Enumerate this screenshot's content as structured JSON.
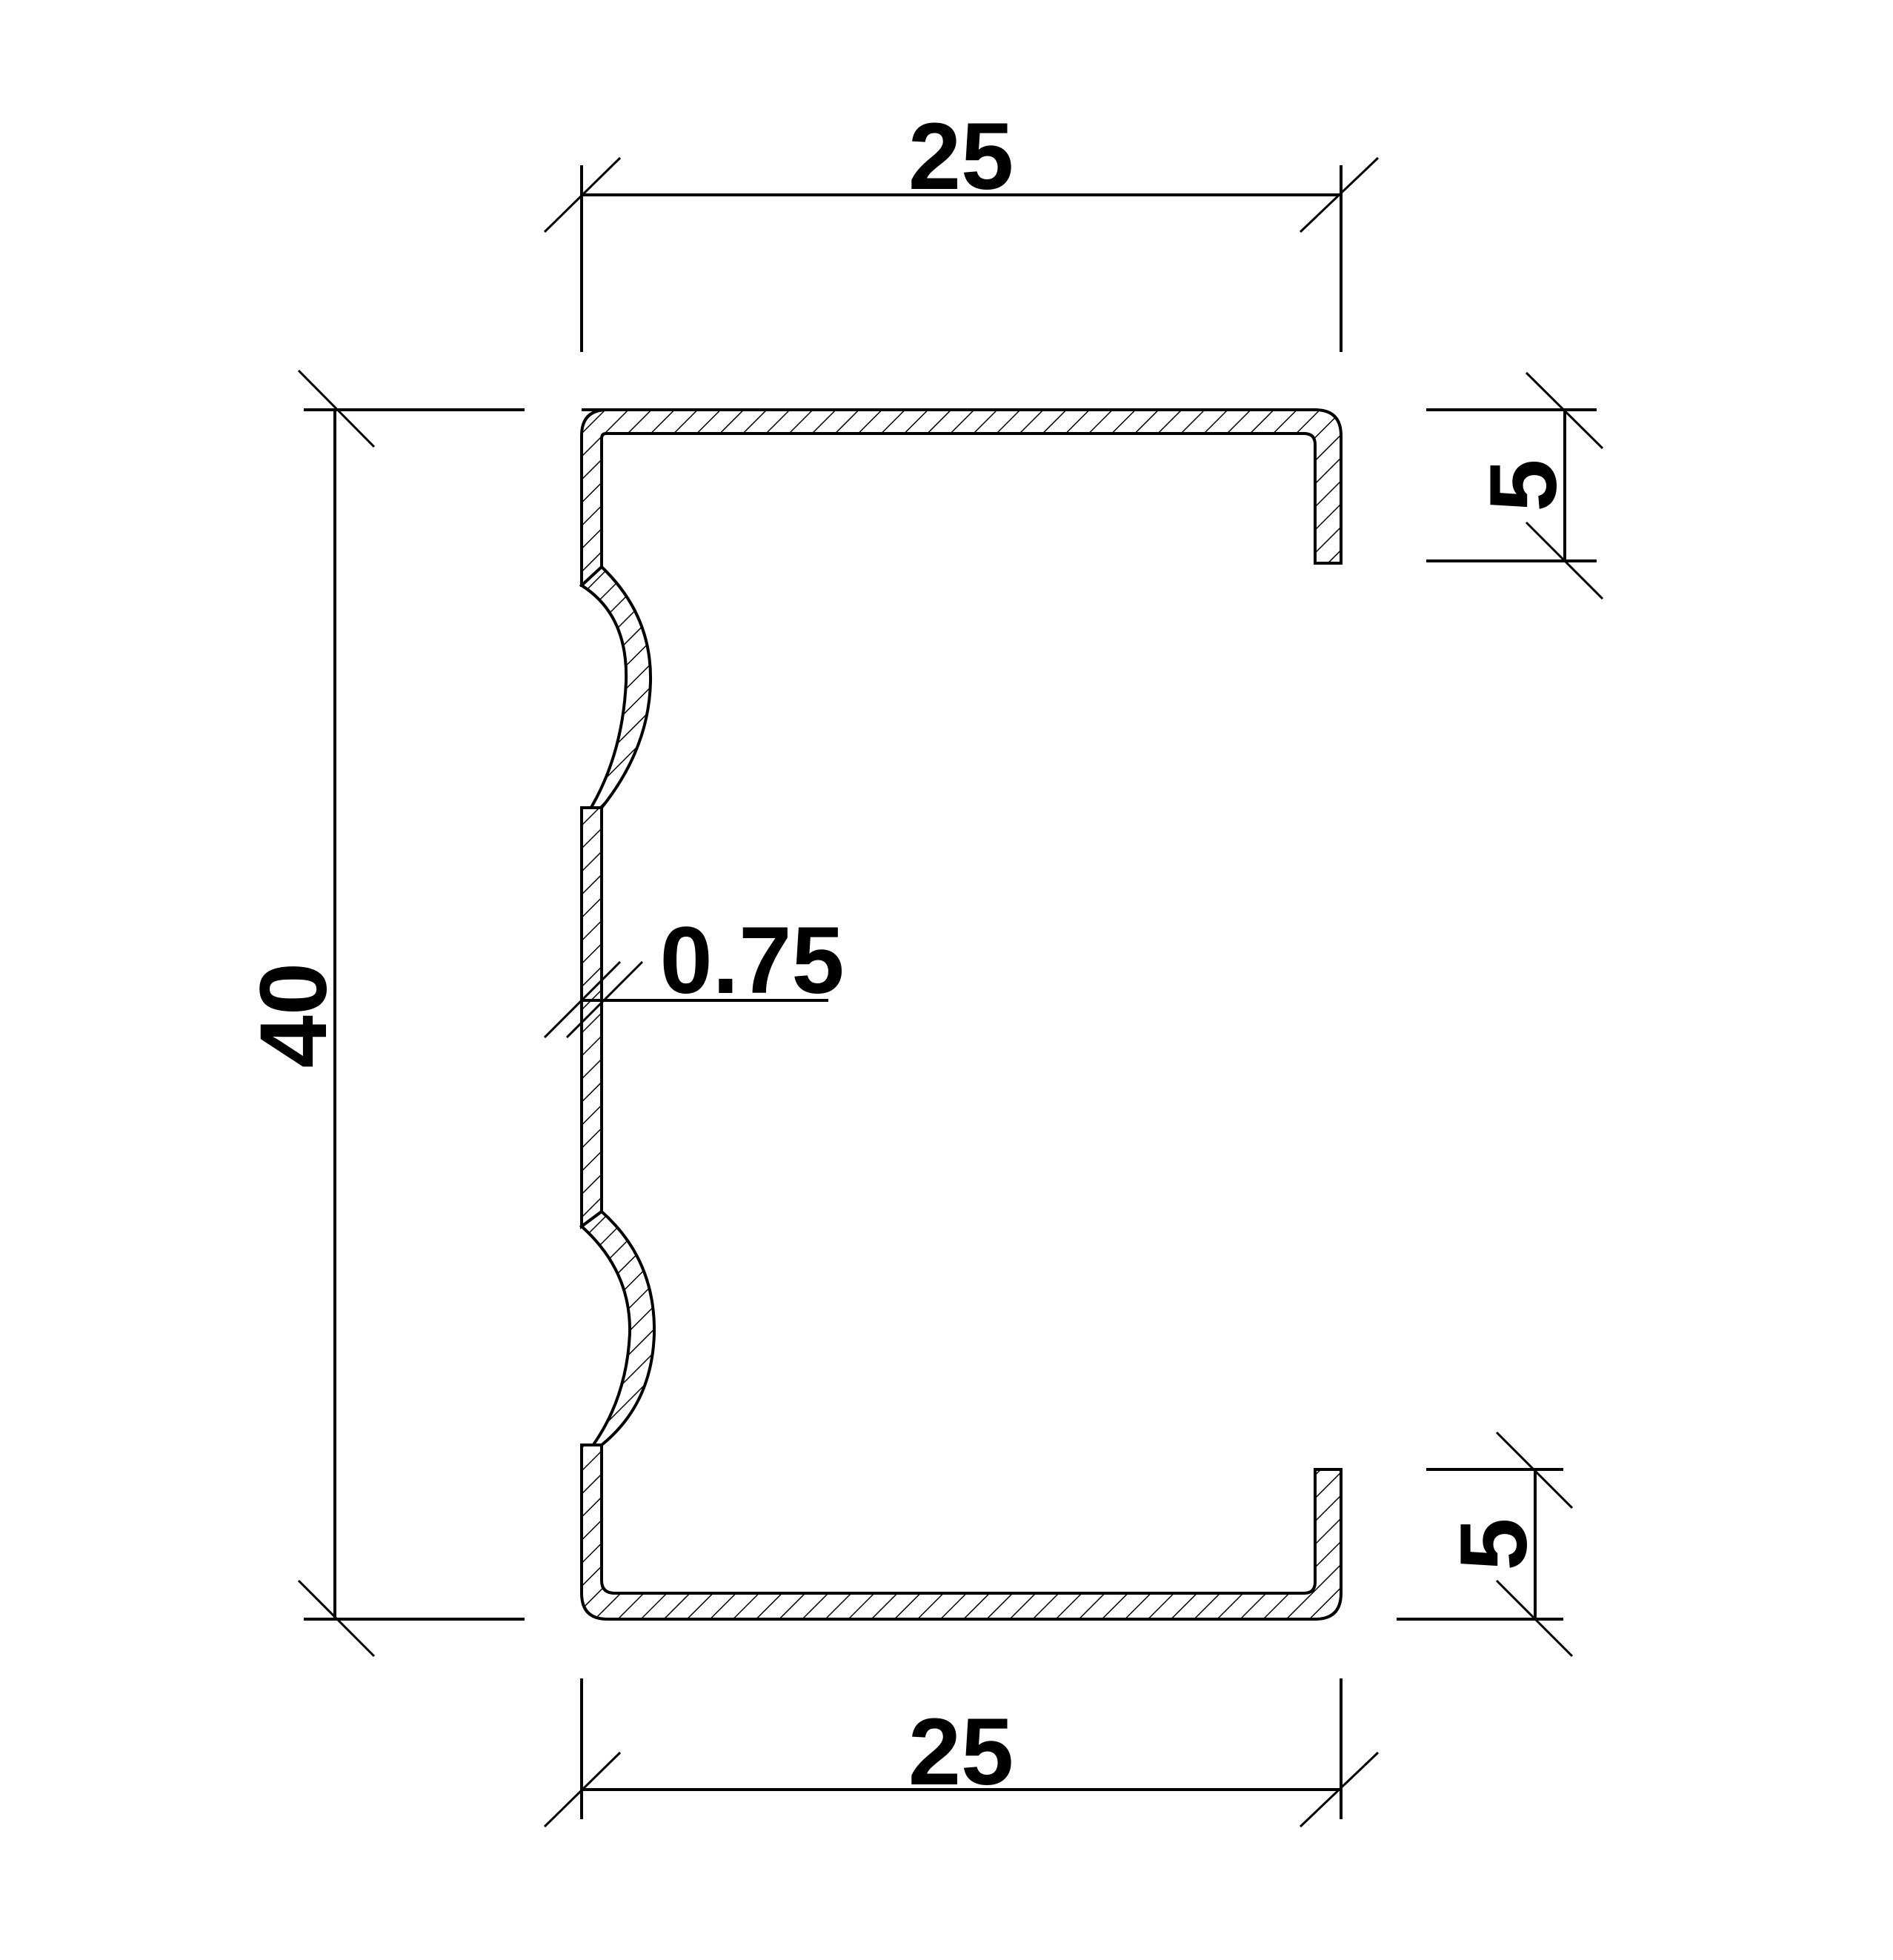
{
  "drawing": {
    "line_color": "#000000",
    "background": "#ffffff"
  },
  "dimensions": {
    "top_width": "25",
    "bottom_width": "25",
    "height": "40",
    "top_lip": "5",
    "bottom_lip": "5",
    "thickness": "0.75"
  }
}
